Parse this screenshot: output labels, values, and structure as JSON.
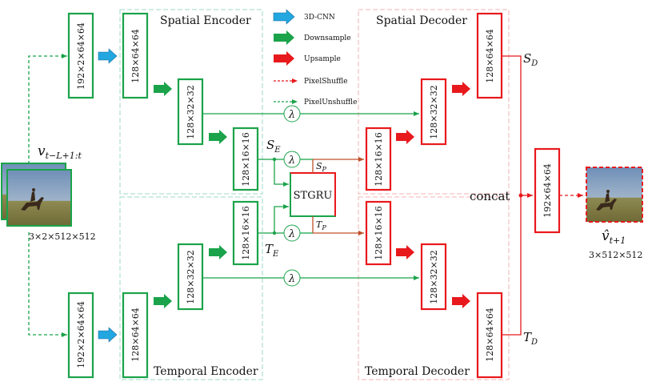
{
  "regions": {
    "spatial_encoder": "Spatial Encoder",
    "spatial_decoder": "Spatial Decoder",
    "temporal_encoder": "Temporal Encoder",
    "temporal_decoder": "Temporal Decoder"
  },
  "legend": {
    "conv3d": "3D-CNN",
    "downsample": "Downsample",
    "upsample": "Upsample",
    "pixel_shuffle": "PixelShuffle",
    "pixel_unshuffle": "PixelUnshuffle"
  },
  "blocks": {
    "input_unshuffle_top": "192×2×64×64",
    "input_unshuffle_bottom": "192×2×64×64",
    "se_1": "128×64×64",
    "se_2": "128×32×32",
    "se_3": "128×16×16",
    "te_1": "128×64×64",
    "te_2": "128×32×32",
    "te_3": "128×16×16",
    "sd_1": "128×16×16",
    "sd_2": "128×32×32",
    "sd_3": "128×64×64",
    "td_1": "128×16×16",
    "td_2": "128×32×32",
    "td_3": "128×64×64",
    "fused": "192×64×64",
    "stgru": "STGRU"
  },
  "labels": {
    "lambda": "λ",
    "input_var": "v",
    "input_sub": "t−L+1:t",
    "input_dims": "3×2×512×512",
    "output_var": "v̂",
    "output_sub": "t+1",
    "output_dims": "3×512×512",
    "concat": "concat",
    "S_E": "S",
    "S_E_sub": "E",
    "T_E": "T",
    "T_E_sub": "E",
    "S_P": "S",
    "S_P_sub": "P",
    "T_P": "T",
    "T_P_sub": "P",
    "S_D": "S",
    "S_D_sub": "D",
    "T_D": "T",
    "T_D_sub": "D"
  },
  "colors": {
    "encoder": "#1aa34a",
    "decoder": "#e8191c",
    "conv3d": "#22a7e0",
    "region_encoder": "#9fd8c8",
    "region_decoder": "#f4b3b3",
    "stgru_merge": "#c0502a"
  }
}
